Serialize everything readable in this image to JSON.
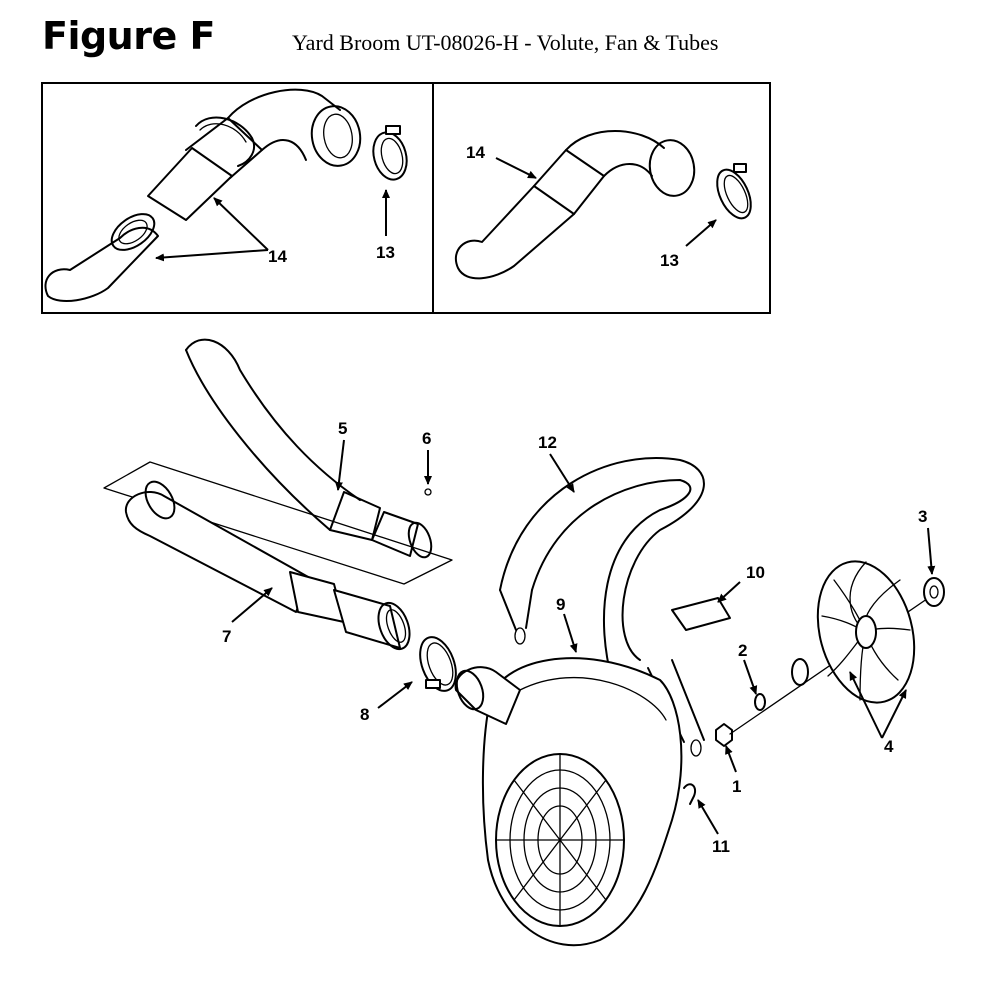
{
  "header": {
    "figure_label": "Figure F",
    "subtitle": "Yard Broom UT-08026-H - Volute, Fan & Tubes"
  },
  "callouts": {
    "c1": "1",
    "c2": "2",
    "c3": "3",
    "c4": "4",
    "c5": "5",
    "c6": "6",
    "c7": "7",
    "c8": "8",
    "c9": "9",
    "c10": "10",
    "c11": "11",
    "c12": "12",
    "c13a": "13",
    "c14a": "14",
    "c13b": "13",
    "c14b": "14"
  }
}
